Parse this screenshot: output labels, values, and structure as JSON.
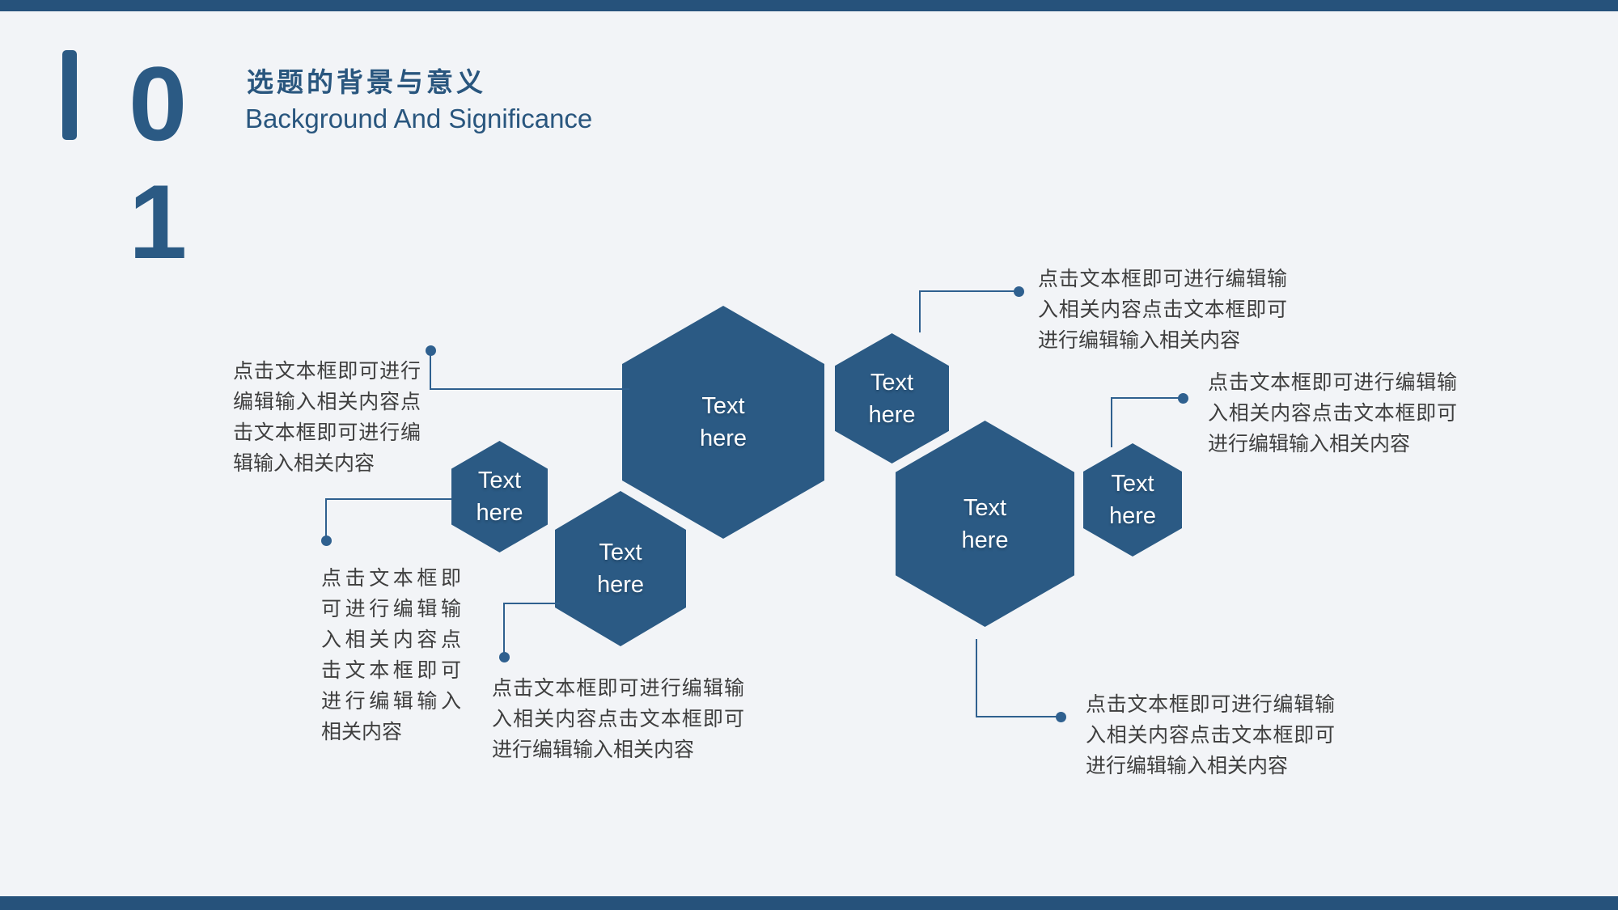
{
  "slide": {
    "background": "#f2f4f7",
    "edge_bar_color": "#26527b",
    "accent_color": "#2b5a84",
    "connector_color": "#2f608f",
    "body_text_color": "#3e3e3e"
  },
  "header": {
    "number_line1": "0",
    "number_line2": "1",
    "title_zh": "选题的背景与意义",
    "title_en": "Background And Significance"
  },
  "hexagons": [
    {
      "id": "big-left",
      "line1": "Text",
      "line2": "here"
    },
    {
      "id": "small-middle",
      "line1": "Text",
      "line2": "here"
    },
    {
      "id": "small-left",
      "line1": "Text",
      "line2": "here"
    },
    {
      "id": "medium-middle",
      "line1": "Text",
      "line2": "here"
    },
    {
      "id": "big-right",
      "line1": "Text",
      "line2": "here"
    },
    {
      "id": "small-right",
      "line1": "Text",
      "line2": "here"
    }
  ],
  "callouts": [
    {
      "id": "top-left",
      "lines": [
        "点击文本框即可进行",
        "编辑输入相关内容点",
        "击文本框即可进行编",
        "辑输入相关内容"
      ]
    },
    {
      "id": "bottom-left",
      "lines": [
        "点击文本框即",
        "可进行编辑输",
        "入相关内容点",
        "击文本框即可",
        "进行编辑输入",
        "相关内容"
      ]
    },
    {
      "id": "bottom-middle",
      "lines": [
        "点击文本框即可进行编辑输",
        "入相关内容点击文本框即可",
        "进行编辑输入相关内容"
      ]
    },
    {
      "id": "top-right",
      "lines": [
        "点击文本框即可进行编辑输",
        "入相关内容点击文本框即可",
        "进行编辑输入相关内容"
      ]
    },
    {
      "id": "middle-right",
      "lines": [
        "点击文本框即可进行编辑输",
        "入相关内容点击文本框即可",
        "进行编辑输入相关内容"
      ]
    },
    {
      "id": "bottom-right",
      "lines": [
        "点击文本框即可进行编辑输",
        "入相关内容点击文本框即可",
        "进行编辑输入相关内容"
      ]
    }
  ]
}
